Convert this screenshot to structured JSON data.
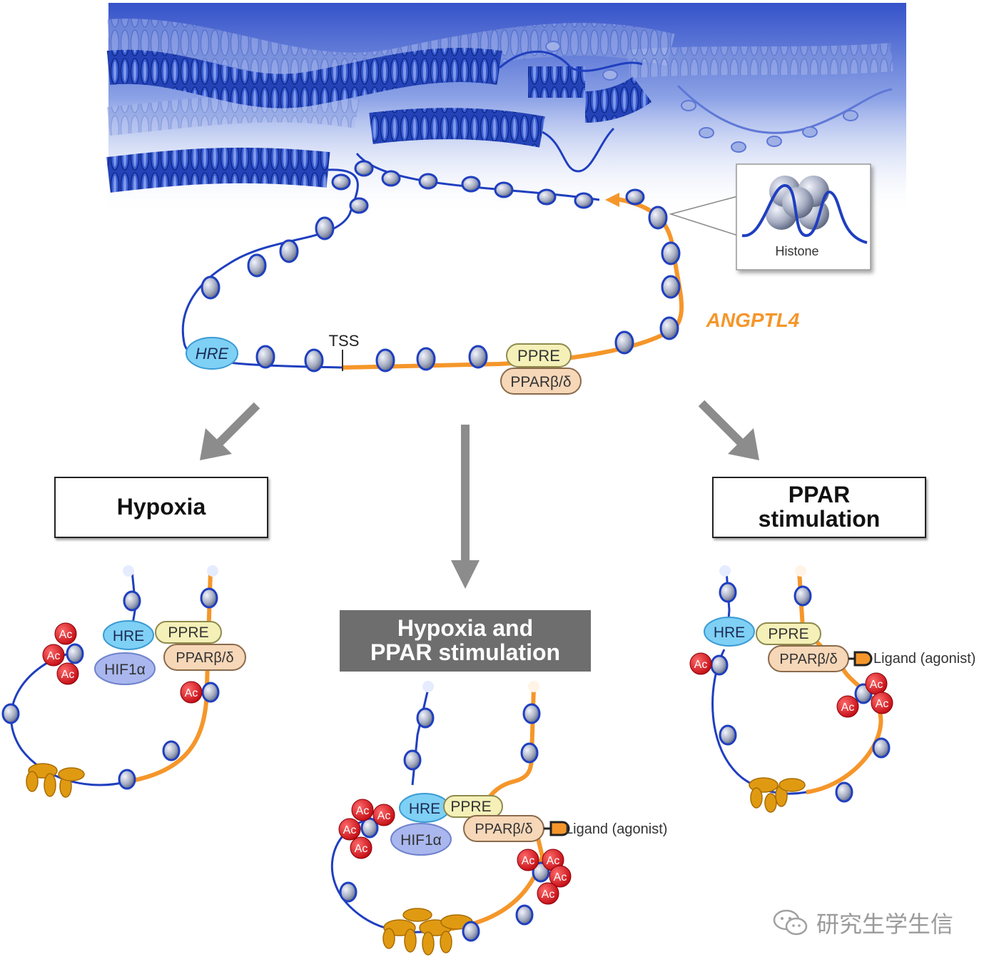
{
  "labels": {
    "histone": "Histone",
    "gene": "ANGPTL4",
    "tss": "TSS",
    "hre": "HRE",
    "ppre": "PPRE",
    "ppar": "PPARβ/δ",
    "hif": "HIF1α",
    "ac": "Ac",
    "ligand": "Ligand (agonist)"
  },
  "panels": {
    "hypoxia": "Hypoxia",
    "ppar_stim": "PPAR\nstimulation",
    "both": "Hypoxia and\nPPAR stimulation"
  },
  "watermark": "研究生学生信",
  "colors": {
    "dna": "#1f3fbf",
    "gene": "#f5962a",
    "chromatin_bg": "#2f4fc8",
    "acetyl": "#d9141b",
    "hre_fill": "#7fd0f5",
    "ppre_fill": "#f4f0b8",
    "ppar_fill": "#f6d7b8",
    "hif_fill": "#a9b7ee",
    "polymerase": "#e09a12",
    "arrow": "#8c8c8c"
  }
}
